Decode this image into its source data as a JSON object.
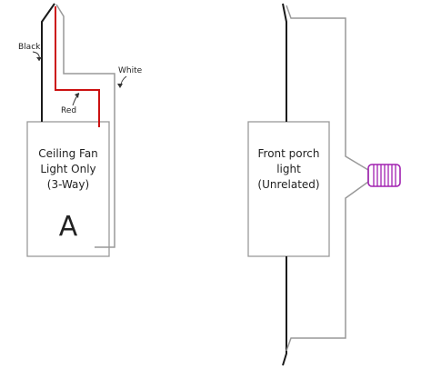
{
  "labels": {
    "black": "Black",
    "red": "Red",
    "white": "White"
  },
  "boxes": {
    "left": {
      "line1": "Ceiling Fan",
      "line2": "Light Only",
      "line3": "(3-Way)",
      "letter": "A"
    },
    "right": {
      "line1": "Front porch",
      "line2": "light",
      "line3": "(Unrelated)"
    }
  },
  "colors": {
    "black_wire": "#1a1a1a",
    "red_wire": "#cc1111",
    "white_wire": "#999999",
    "box_border": "#9a9a9a",
    "bulb": "#a020b0"
  },
  "icons": {
    "bulb": "light-bulb-icon"
  }
}
